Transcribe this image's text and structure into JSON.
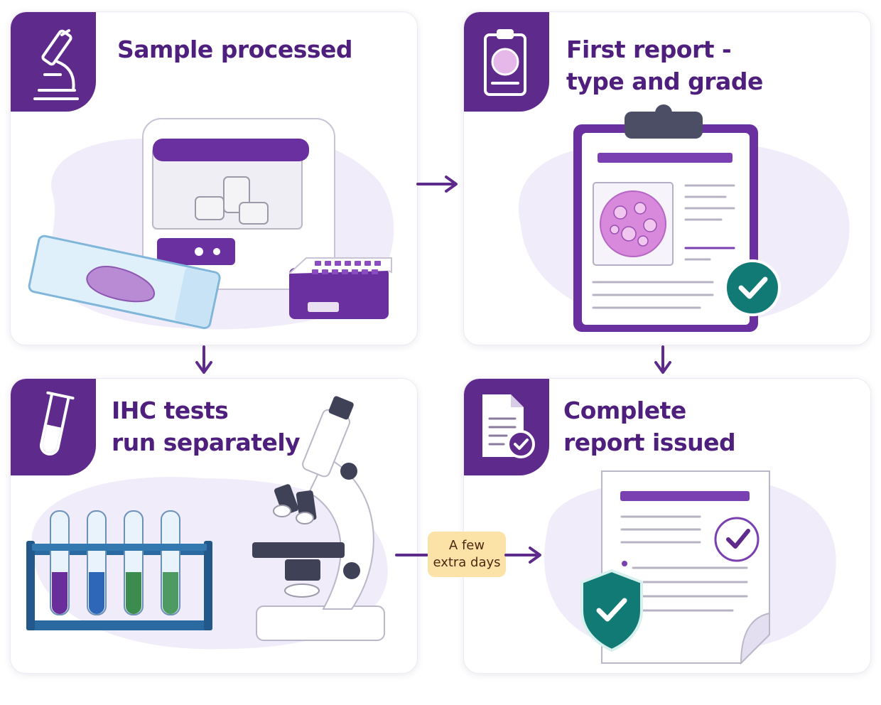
{
  "steps": [
    {
      "title_lines": [
        "Sample processed"
      ]
    },
    {
      "title_lines": [
        "First report -",
        "type and grade"
      ]
    },
    {
      "title_lines": [
        "IHC tests",
        "run separately"
      ]
    },
    {
      "title_lines": [
        "Complete",
        "report issued"
      ]
    }
  ],
  "delay_label": {
    "line1": "A few",
    "line2": "extra days"
  },
  "icons": {
    "step1": "microscope-icon",
    "step2": "clipboard-icon",
    "step3": "test-tube-icon",
    "step4": "document-check-icon"
  },
  "colors": {
    "primary": "#5e2a8c",
    "title": "#4f1f7e",
    "accent_light": "#efe9f8",
    "check_teal": "#127a75",
    "tag_yellow": "#fbe3a8"
  }
}
